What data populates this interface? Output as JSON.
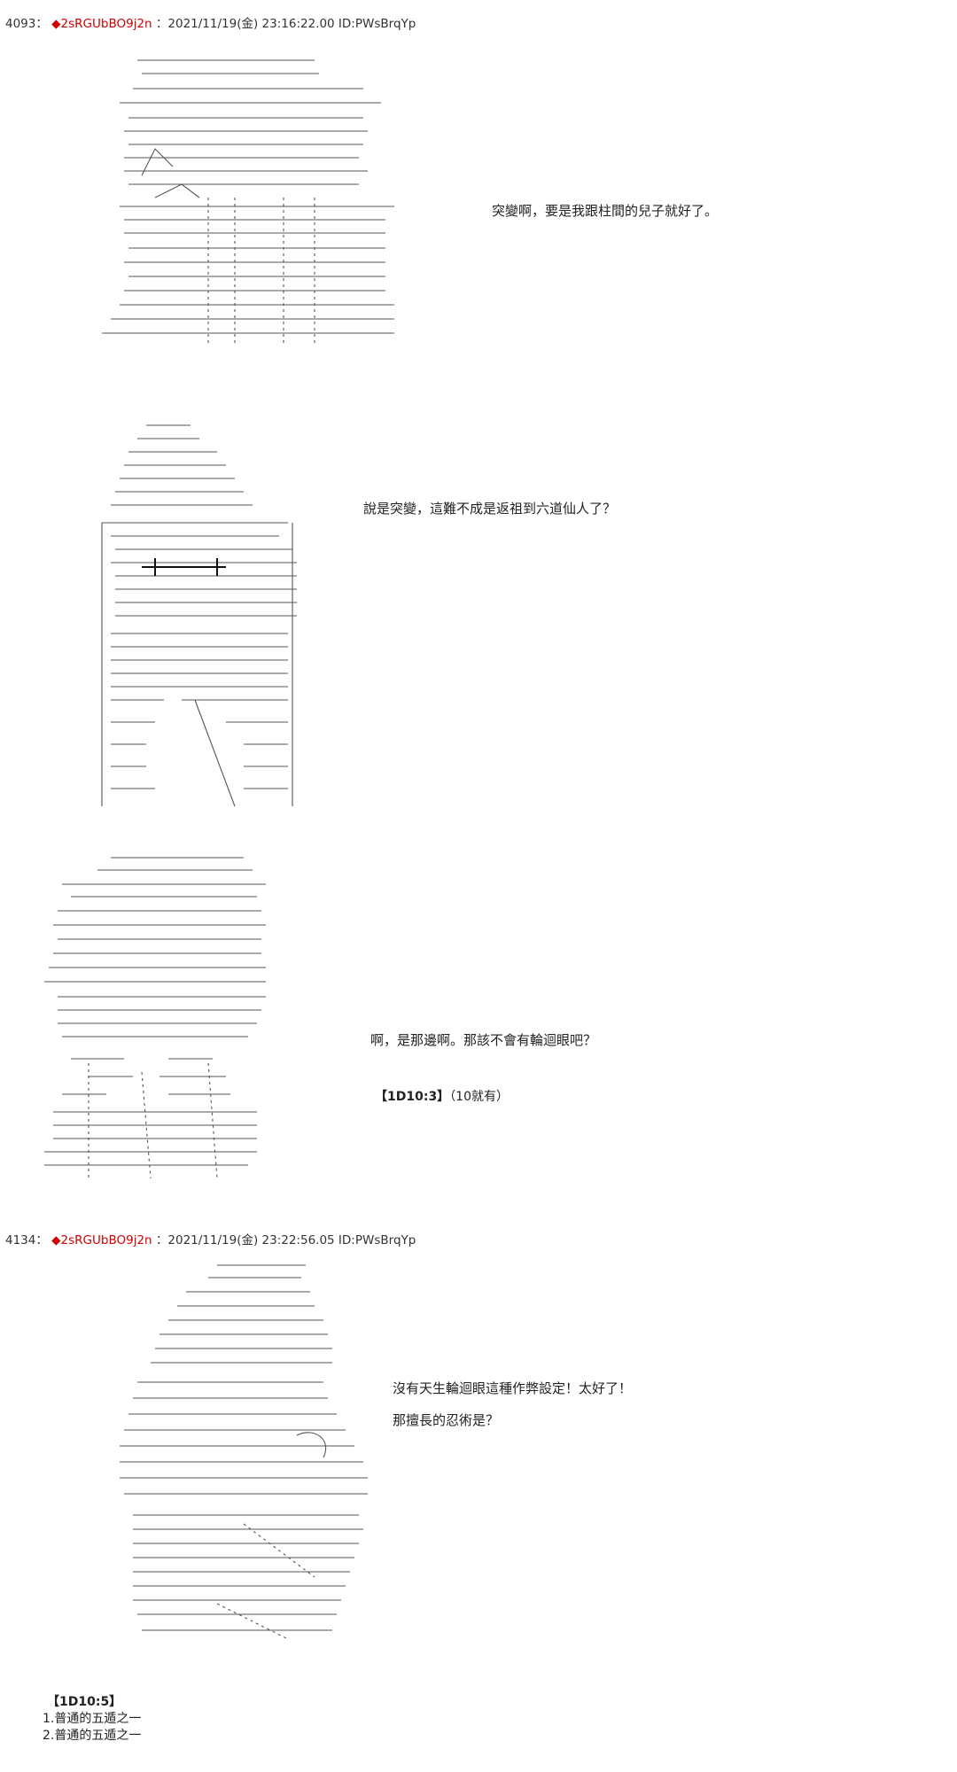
{
  "posts": [
    {
      "number": "4093",
      "separator": "：",
      "marker": "◆",
      "trip": "2sRGUbBO9j2n",
      "datetime": "：2021/11/19(金) 23:16:22.00 ID:PWsBrqYp",
      "lines": [
        "突變啊，要是我跟柱間的兒子就好了。",
        "說是突變，這難不成是返祖到六道仙人了？",
        "啊，是那邊啊。那該不會有輪迴眼吧？"
      ],
      "roll_label": "【1D10:3】",
      "roll_note": "（10就有）"
    },
    {
      "number": "4134",
      "separator": "：",
      "marker": "◆",
      "trip": "2sRGUbBO9j2n",
      "datetime": "：2021/11/19(金) 23:22:56.05 ID:PWsBrqYp",
      "lines": [
        "沒有天生輪迴眼這種作弊設定！太好了！",
        "那擅長的忍術是？"
      ],
      "roll_label": "【1D10:5】",
      "roll_items": [
        "1.普通的五遁之一",
        "2.普通的五遁之一"
      ]
    }
  ]
}
